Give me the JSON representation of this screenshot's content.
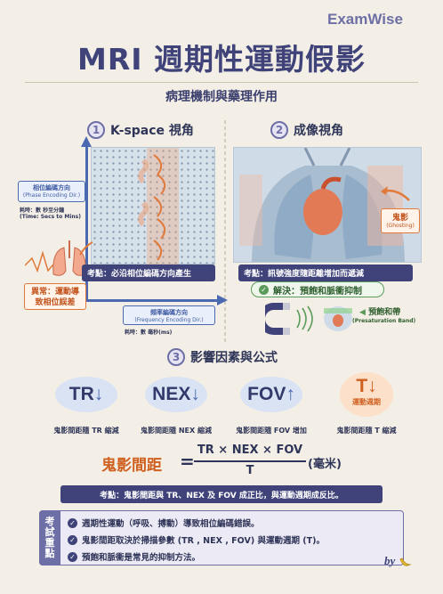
{
  "brand": "ExamWise",
  "title": "MRI 週期性運動假影",
  "subtitle": "病理機制與藥理作用",
  "section1": {
    "number": "1",
    "heading": "K-space 視角",
    "phase_label": "相位編碼方向",
    "phase_label_en": "(Phase Encoding Dir.)",
    "phase_time": "耗時：數 秒至分鐘",
    "phase_time_en": "(Time: Secs to Mins)",
    "freq_label": "頻率編碼方向",
    "freq_label_en": "(Frequency Encoding Dir.)",
    "freq_time": "耗時：數 毫秒(ms)",
    "abnormal_line1": "異常：運動導",
    "abnormal_line2": "致相位誤差",
    "exam_point": "考點：必沿相位編碼方向產生"
  },
  "section2": {
    "number": "2",
    "heading": "成像視角",
    "ghost_label": "鬼影",
    "ghost_label_en": "(Ghosting)",
    "exam_point": "考點：訊號強度隨距離增加而遞減",
    "solution": "解決：預飽和脈衝抑制",
    "presat_label": "預飽和帶",
    "presat_label_en": "(Presaturation Band)"
  },
  "section3": {
    "number": "3",
    "heading": "影響因素與公式",
    "factors": [
      {
        "symbol": "TR",
        "arrow": "↓",
        "caption": "鬼影間距隨 TR 縮減"
      },
      {
        "symbol": "NEX",
        "arrow": "↓",
        "caption": "鬼影間距隨 NEX 縮減"
      },
      {
        "symbol": "FOV",
        "arrow": "↑",
        "caption": "鬼影間距隨 FOV 增加"
      },
      {
        "symbol": "T",
        "arrow": "↓",
        "sub": "運動週期",
        "caption": "鬼影間距隨 T 縮減"
      }
    ],
    "formula_lhs": "鬼影間距",
    "formula_eq": "=",
    "formula_num": "TR × NEX × FOV",
    "formula_den": "T",
    "formula_unit": "(毫米)",
    "formula_note": "考點：鬼影間距與 TR、NEX 及 FOV 成正比，與運動週期成反比。"
  },
  "summary": {
    "label": [
      "考",
      "試",
      "重",
      "點"
    ],
    "items": [
      "週期性運動（呼吸、搏動）導致相位編碼錯誤。",
      "鬼影間距取決於掃描參數 (TR , NEX , FOV) 與運動週期 (T)。",
      "預飽和脈衝是常見的抑制方法。"
    ]
  },
  "signature": "by",
  "colors": {
    "accent": "#3f4379",
    "orange": "#e07a3a",
    "blue": "#4b69b0",
    "green": "#5a9a5a"
  }
}
